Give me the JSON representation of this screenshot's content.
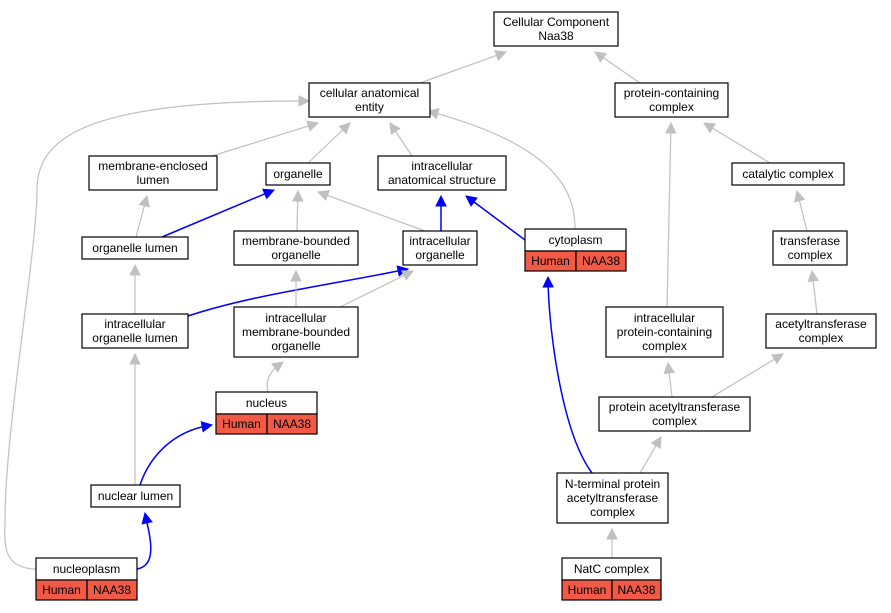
{
  "nodes": {
    "root": [
      "Cellular Component",
      "Naa38"
    ],
    "cellular_anatomical_entity": [
      "cellular anatomical",
      "entity"
    ],
    "protein_containing_complex": [
      "protein-containing",
      "complex"
    ],
    "membrane_enclosed_lumen": [
      "membrane-enclosed",
      "lumen"
    ],
    "organelle": [
      "organelle"
    ],
    "intracellular_anatomical_structure": [
      "intracellular",
      "anatomical structure"
    ],
    "catalytic_complex": [
      "catalytic complex"
    ],
    "organelle_lumen": [
      "organelle lumen"
    ],
    "membrane_bounded_organelle": [
      "membrane-bounded",
      "organelle"
    ],
    "intracellular_organelle": [
      "intracellular",
      "organelle"
    ],
    "cytoplasm": [
      "cytoplasm"
    ],
    "transferase_complex": [
      "transferase",
      "complex"
    ],
    "intracellular_organelle_lumen": [
      "intracellular",
      "organelle lumen"
    ],
    "intracellular_membrane_bounded_organelle": [
      "intracellular",
      "membrane-bounded",
      "organelle"
    ],
    "intracellular_protein_containing_complex": [
      "intracellular",
      "protein-containing",
      "complex"
    ],
    "acetyltransferase_complex": [
      "acetyltransferase",
      "complex"
    ],
    "nucleus": [
      "nucleus"
    ],
    "protein_acetyltransferase_complex": [
      "protein acetyltransferase",
      "complex"
    ],
    "nuclear_lumen": [
      "nuclear lumen"
    ],
    "n_terminal_protein_acetyltransferase_complex": [
      "N-terminal protein",
      "acetyltransferase",
      "complex"
    ],
    "nucleoplasm": [
      "nucleoplasm"
    ],
    "natc_complex": [
      "NatC complex"
    ]
  },
  "annotation": {
    "species": "Human",
    "gene": "NAA38",
    "color": "#f05a46"
  },
  "annotated_nodes": [
    "cytoplasm",
    "nucleus",
    "nucleoplasm",
    "natc_complex"
  ],
  "edges": [
    {
      "from": "cellular_anatomical_entity",
      "to": "root",
      "type": "is_a"
    },
    {
      "from": "protein_containing_complex",
      "to": "root",
      "type": "is_a"
    },
    {
      "from": "membrane_enclosed_lumen",
      "to": "cellular_anatomical_entity",
      "type": "is_a"
    },
    {
      "from": "organelle",
      "to": "cellular_anatomical_entity",
      "type": "is_a"
    },
    {
      "from": "intracellular_anatomical_structure",
      "to": "cellular_anatomical_entity",
      "type": "is_a"
    },
    {
      "from": "cytoplasm",
      "to": "cellular_anatomical_entity",
      "type": "is_a"
    },
    {
      "from": "nucleoplasm",
      "to": "cellular_anatomical_entity",
      "type": "is_a"
    },
    {
      "from": "catalytic_complex",
      "to": "protein_containing_complex",
      "type": "is_a"
    },
    {
      "from": "intracellular_protein_containing_complex",
      "to": "protein_containing_complex",
      "type": "is_a"
    },
    {
      "from": "organelle_lumen",
      "to": "membrane_enclosed_lumen",
      "type": "is_a"
    },
    {
      "from": "organelle_lumen",
      "to": "organelle",
      "type": "part_of"
    },
    {
      "from": "membrane_bounded_organelle",
      "to": "organelle",
      "type": "is_a"
    },
    {
      "from": "intracellular_organelle",
      "to": "organelle",
      "type": "is_a"
    },
    {
      "from": "intracellular_organelle",
      "to": "intracellular_anatomical_structure",
      "type": "part_of"
    },
    {
      "from": "cytoplasm",
      "to": "intracellular_anatomical_structure",
      "type": "part_of"
    },
    {
      "from": "transferase_complex",
      "to": "catalytic_complex",
      "type": "is_a"
    },
    {
      "from": "intracellular_organelle_lumen",
      "to": "organelle_lumen",
      "type": "is_a"
    },
    {
      "from": "intracellular_organelle_lumen",
      "to": "intracellular_organelle",
      "type": "part_of"
    },
    {
      "from": "intracellular_membrane_bounded_organelle",
      "to": "membrane_bounded_organelle",
      "type": "is_a"
    },
    {
      "from": "intracellular_membrane_bounded_organelle",
      "to": "intracellular_organelle",
      "type": "is_a"
    },
    {
      "from": "acetyltransferase_complex",
      "to": "transferase_complex",
      "type": "is_a"
    },
    {
      "from": "nucleus",
      "to": "intracellular_membrane_bounded_organelle",
      "type": "is_a"
    },
    {
      "from": "protein_acetyltransferase_complex",
      "to": "intracellular_protein_containing_complex",
      "type": "is_a"
    },
    {
      "from": "protein_acetyltransferase_complex",
      "to": "acetyltransferase_complex",
      "type": "is_a"
    },
    {
      "from": "nuclear_lumen",
      "to": "intracellular_organelle_lumen",
      "type": "is_a"
    },
    {
      "from": "nuclear_lumen",
      "to": "nucleus",
      "type": "part_of"
    },
    {
      "from": "n_terminal_protein_acetyltransferase_complex",
      "to": "protein_acetyltransferase_complex",
      "type": "is_a"
    },
    {
      "from": "n_terminal_protein_acetyltransferase_complex",
      "to": "cytoplasm",
      "type": "part_of"
    },
    {
      "from": "nucleoplasm",
      "to": "nuclear_lumen",
      "type": "part_of"
    },
    {
      "from": "natc_complex",
      "to": "n_terminal_protein_acetyltransferase_complex",
      "type": "is_a"
    }
  ],
  "edge_colors": {
    "is_a": "#c0c0c0",
    "part_of": "#0000ff"
  }
}
